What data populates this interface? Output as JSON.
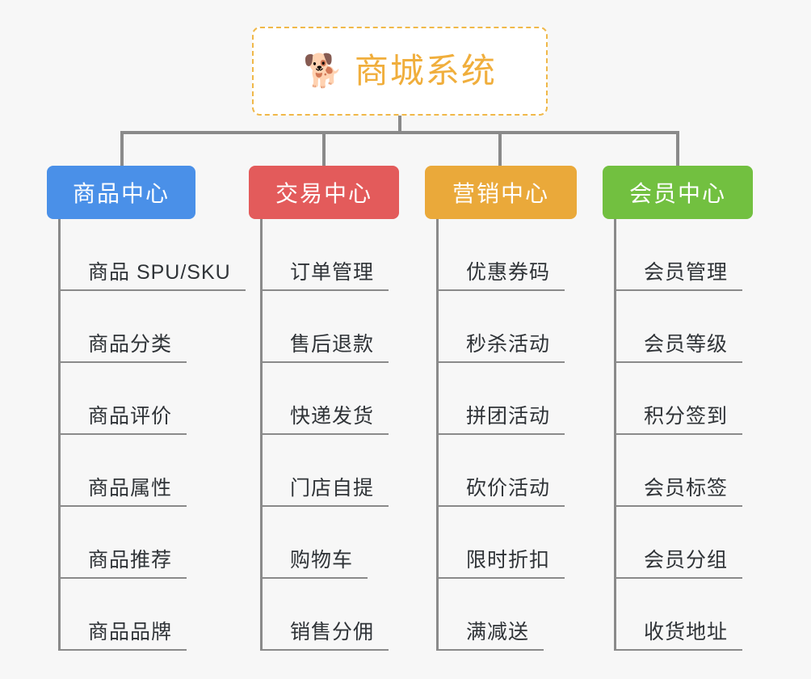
{
  "page": {
    "background_color": "#f7f7f7",
    "type": "mindmap"
  },
  "root": {
    "icon": "shiba-dog-face-emoji",
    "emoji": "🐕",
    "title": "商城系统",
    "border_color": "#f0b849",
    "text_color": "#f0ae3c"
  },
  "connector_color": "#8a8a8a",
  "categories": [
    {
      "label": "商品中心",
      "color": "#4a90e8",
      "items": [
        "商品 SPU/SKU",
        "商品分类",
        "商品评价",
        "商品属性",
        "商品推荐",
        "商品品牌"
      ]
    },
    {
      "label": "交易中心",
      "color": "#e35b5b",
      "items": [
        "订单管理",
        "售后退款",
        "快递发货",
        "门店自提",
        "购物车",
        "销售分佣"
      ]
    },
    {
      "label": "营销中心",
      "color": "#eaa93a",
      "items": [
        "优惠券码",
        "秒杀活动",
        "拼团活动",
        "砍价活动",
        "限时折扣",
        "满减送"
      ]
    },
    {
      "label": "会员中心",
      "color": "#72c040",
      "items": [
        "会员管理",
        "会员等级",
        "积分签到",
        "会员标签",
        "会员分组",
        "收货地址"
      ]
    }
  ]
}
